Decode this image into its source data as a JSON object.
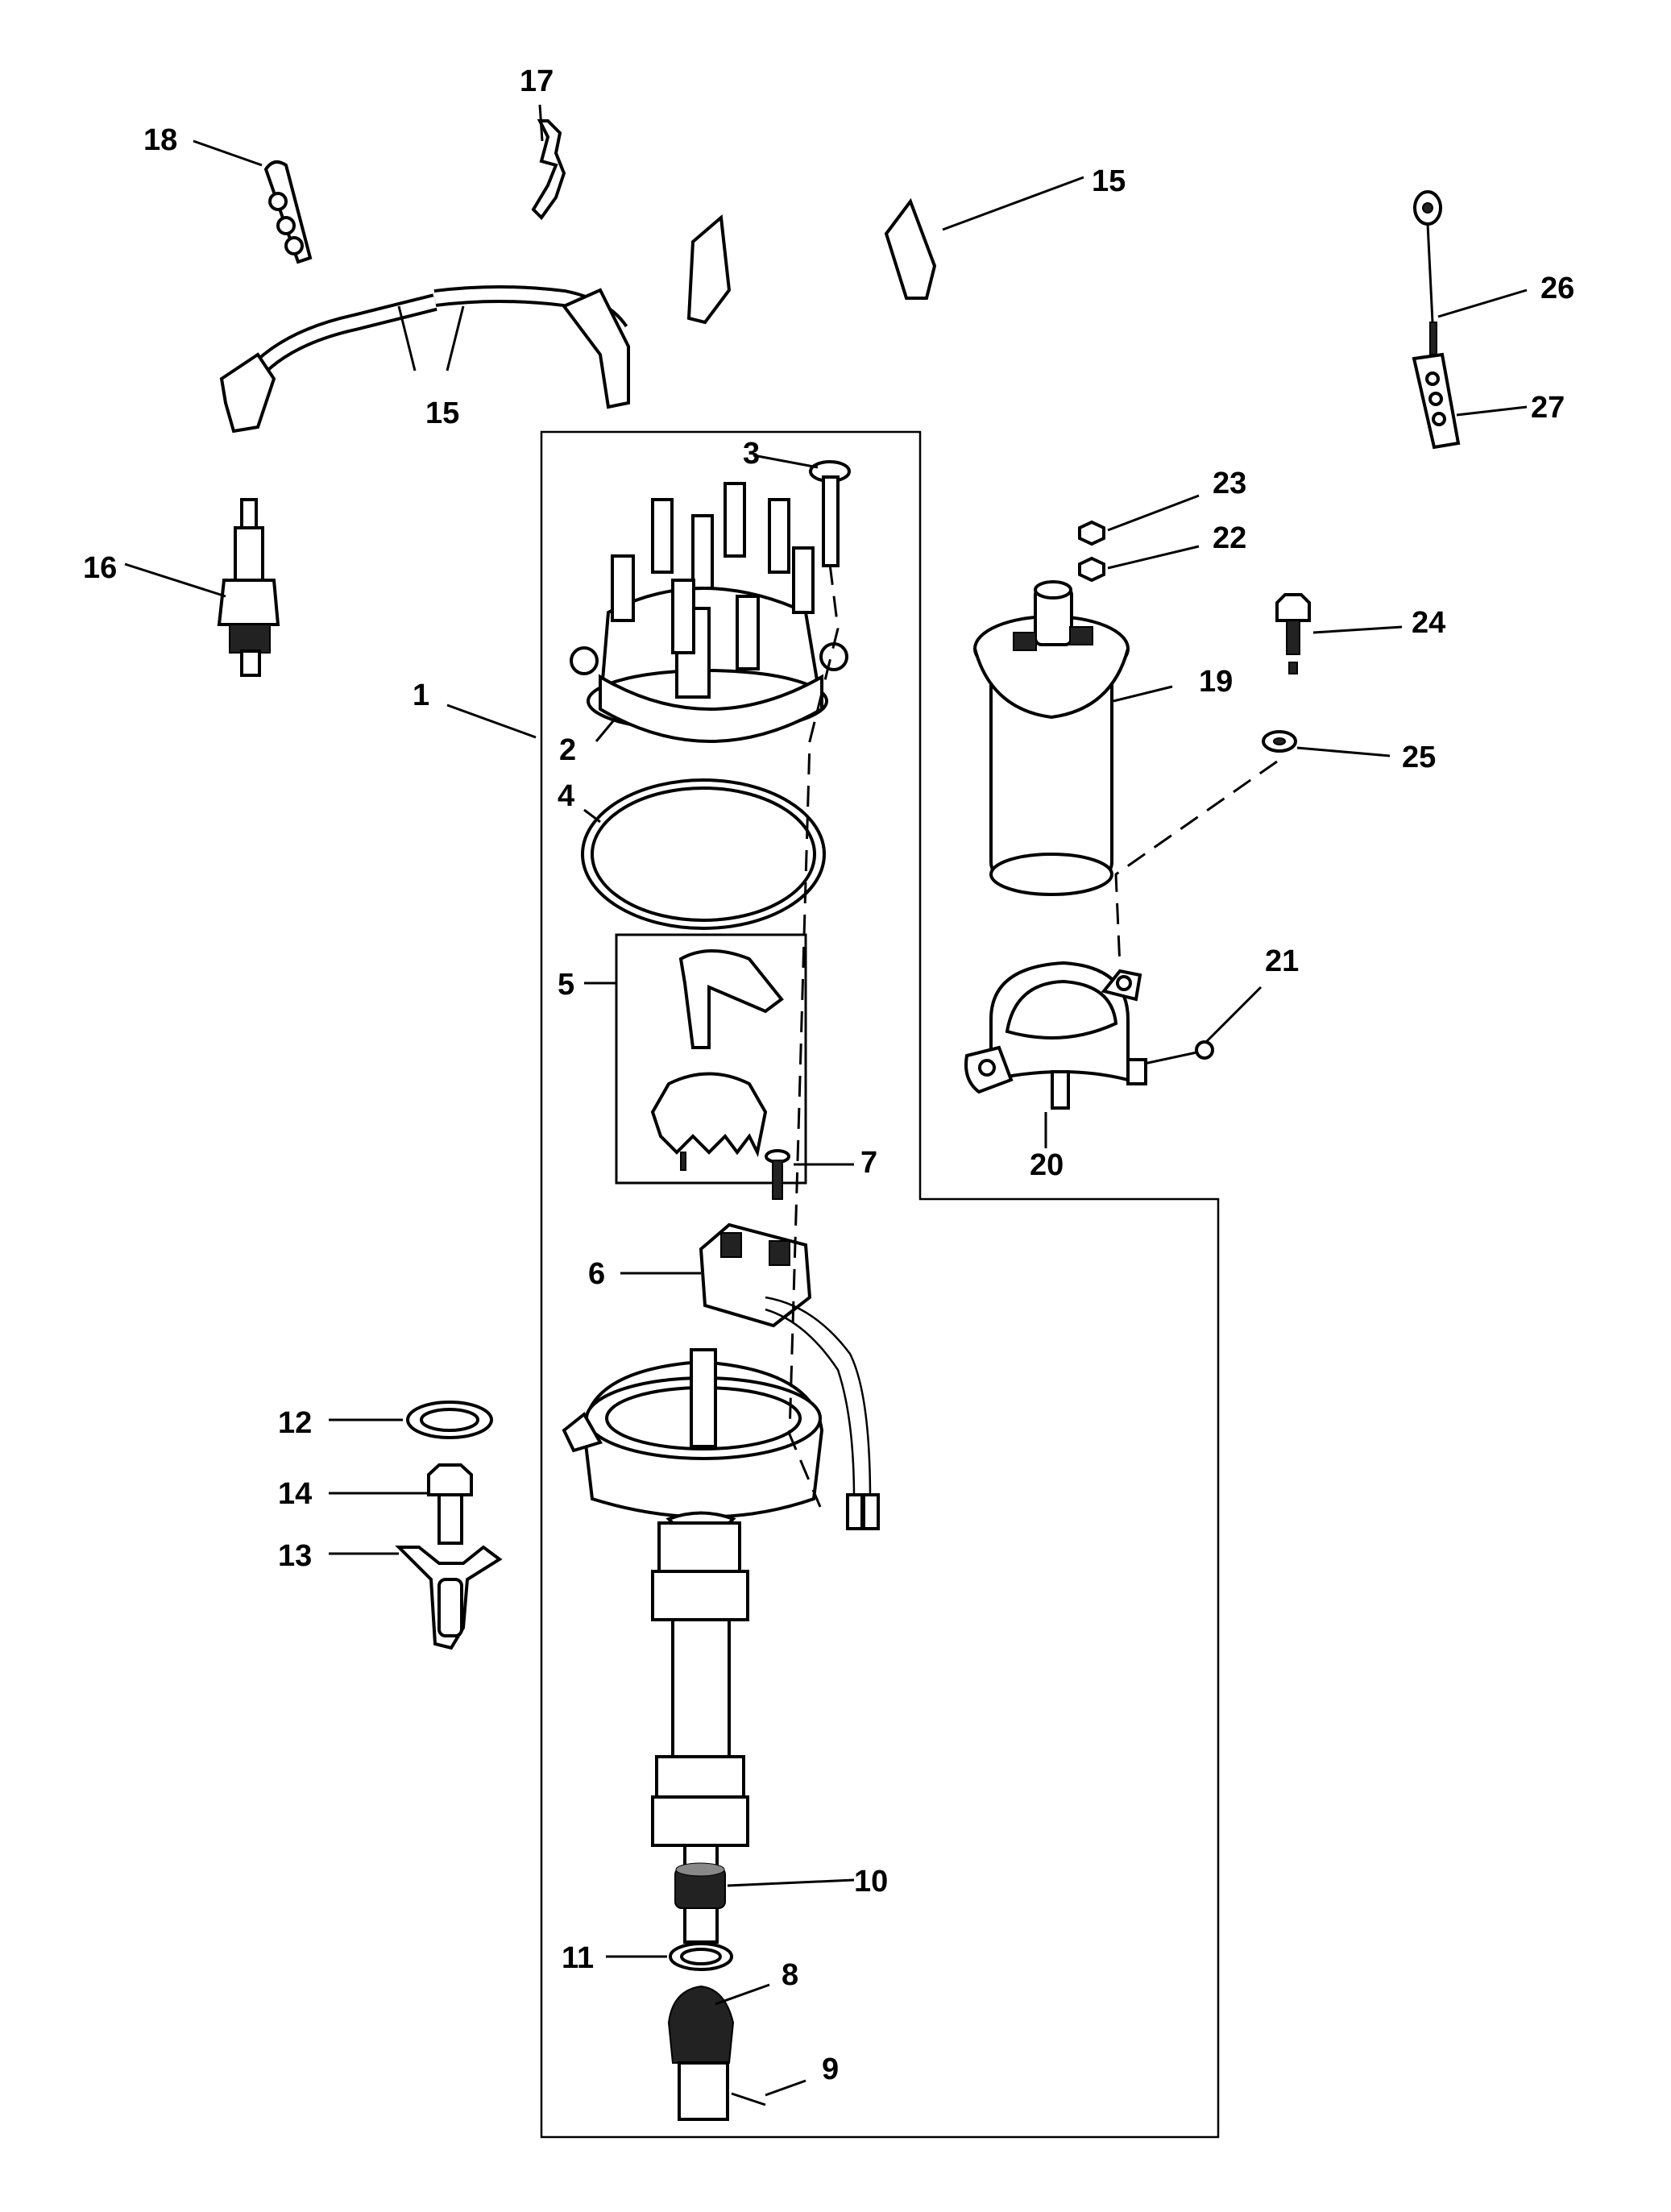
{
  "labels": {
    "p1": "1",
    "p2": "2",
    "p3": "3",
    "p4": "4",
    "p5": "5",
    "p6": "6",
    "p7": "7",
    "p8": "8",
    "p9": "9",
    "p10": "10",
    "p11": "11",
    "p12": "12",
    "p13": "13",
    "p14": "14",
    "p15a": "15",
    "p15b": "15",
    "p16": "16",
    "p17": "17",
    "p18": "18",
    "p19": "19",
    "p20": "20",
    "p21": "21",
    "p22": "22",
    "p23": "23",
    "p24": "24",
    "p25": "25",
    "p26": "26",
    "p27": "27"
  }
}
